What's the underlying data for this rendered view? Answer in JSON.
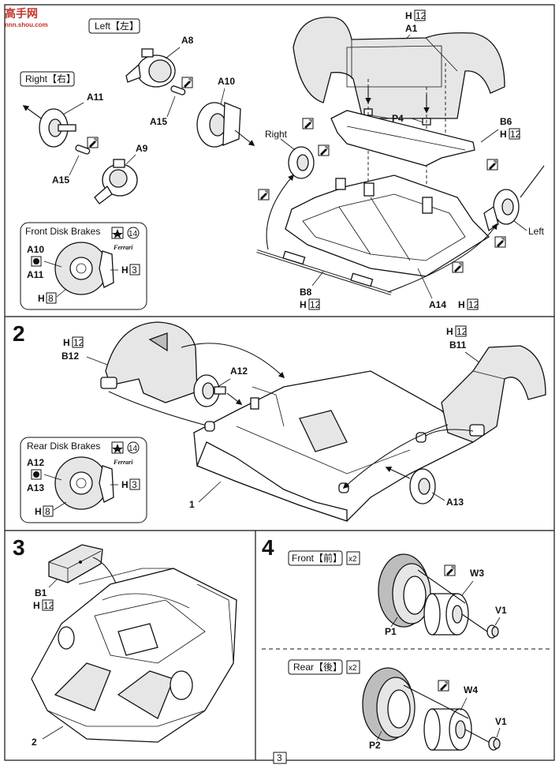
{
  "watermark": {
    "title": "高手网",
    "url": "nnn.shou.com"
  },
  "page_number": "3",
  "step1": {
    "left_tag": "Left【左】",
    "right_tag": "Right【右】",
    "labels": {
      "A8": "A8",
      "A10": "A10",
      "A11": "A11",
      "A15a": "A15",
      "A15b": "A15",
      "A9": "A9",
      "H12a": "H",
      "H12a_num": "12",
      "A1": "A1",
      "P4": "P4",
      "B6": "B6",
      "H12b": "H",
      "H12b_num": "12",
      "Right": "Right",
      "Left": "Left",
      "B8": "B8",
      "H12c": "H",
      "H12c_num": "12",
      "A14": "A14",
      "H12d": "H",
      "H12d_num": "12"
    },
    "inset": {
      "title": "Front Disk Brakes",
      "badge": "14",
      "ferrari": "Ferrari",
      "top_label": "A10",
      "bottom_label": "A11",
      "h3": "H",
      "h3_num": "3",
      "h8": "H",
      "h8_num": "8"
    }
  },
  "step2": {
    "number": "2",
    "labels": {
      "H12a": "H",
      "H12a_num": "12",
      "B12": "B12",
      "A12": "A12",
      "H12b": "H",
      "H12b_num": "12",
      "B11": "B11",
      "A13": "A13",
      "one": "1"
    },
    "inset": {
      "title": "Rear Disk Brakes",
      "badge": "14",
      "ferrari": "Ferrari",
      "top_label": "A12",
      "bottom_label": "A13",
      "h3": "H",
      "h3_num": "3",
      "h8": "H",
      "h8_num": "8"
    }
  },
  "step3": {
    "number": "3",
    "labels": {
      "B1": "B1",
      "H12": "H",
      "H12_num": "12",
      "two": "2"
    }
  },
  "step4": {
    "number": "4",
    "front_tag": "Front【前】",
    "rear_tag": "Rear【後】",
    "multiplier": "x2",
    "labels": {
      "W3": "W3",
      "V1a": "V1",
      "P1": "P1",
      "W4": "W4",
      "V1b": "V1",
      "P2": "P2"
    }
  }
}
